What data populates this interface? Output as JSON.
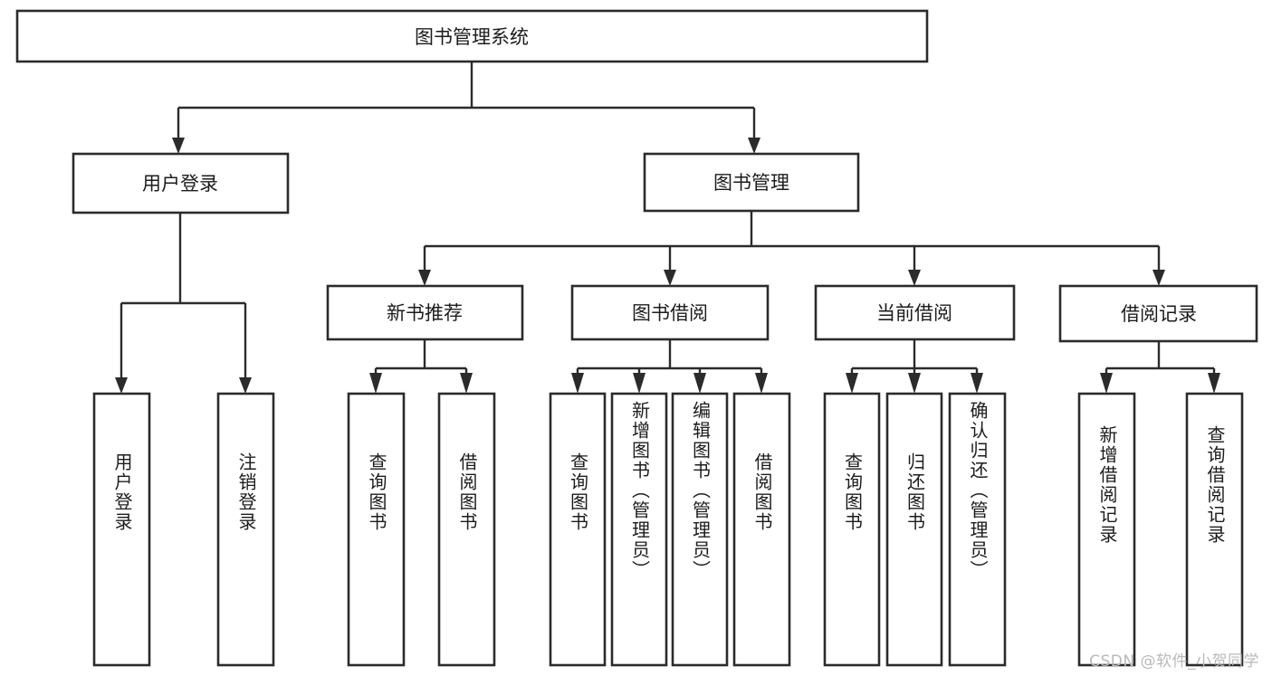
{
  "diagram": {
    "type": "tree-hierarchy",
    "title": "图书管理系统",
    "orientation": "top-down",
    "style": {
      "box_fill": "#ffffff",
      "box_stroke": "#2b2b2b",
      "connector_color": "#2b2b2b",
      "text_color": "#1c1c1c",
      "background": "#ffffff"
    },
    "root": {
      "label": "图书管理系统"
    },
    "level1": [
      {
        "label": "用户登录"
      },
      {
        "label": "图书管理"
      }
    ],
    "level2": [
      {
        "label": "新书推荐"
      },
      {
        "label": "图书借阅"
      },
      {
        "label": "当前借阅"
      },
      {
        "label": "借阅记录"
      }
    ],
    "leaves": {
      "user_login": [
        {
          "label": "用户登录"
        },
        {
          "label": "注销登录"
        }
      ],
      "new_book_recommend": [
        {
          "label": "查询图书"
        },
        {
          "label": "借阅图书"
        }
      ],
      "book_borrow": [
        {
          "label": "查询图书"
        },
        {
          "label": "新增图书（管理员）"
        },
        {
          "label": "编辑图书（管理员）"
        },
        {
          "label": "借阅图书"
        }
      ],
      "current_borrow": [
        {
          "label": "查询图书"
        },
        {
          "label": "归还图书"
        },
        {
          "label": "确认归还（管理员）"
        }
      ],
      "borrow_record": [
        {
          "label": "新增借阅记录"
        },
        {
          "label": "查询借阅记录"
        }
      ]
    }
  },
  "watermark": {
    "text": "CSDN @软件_小贺同学"
  }
}
